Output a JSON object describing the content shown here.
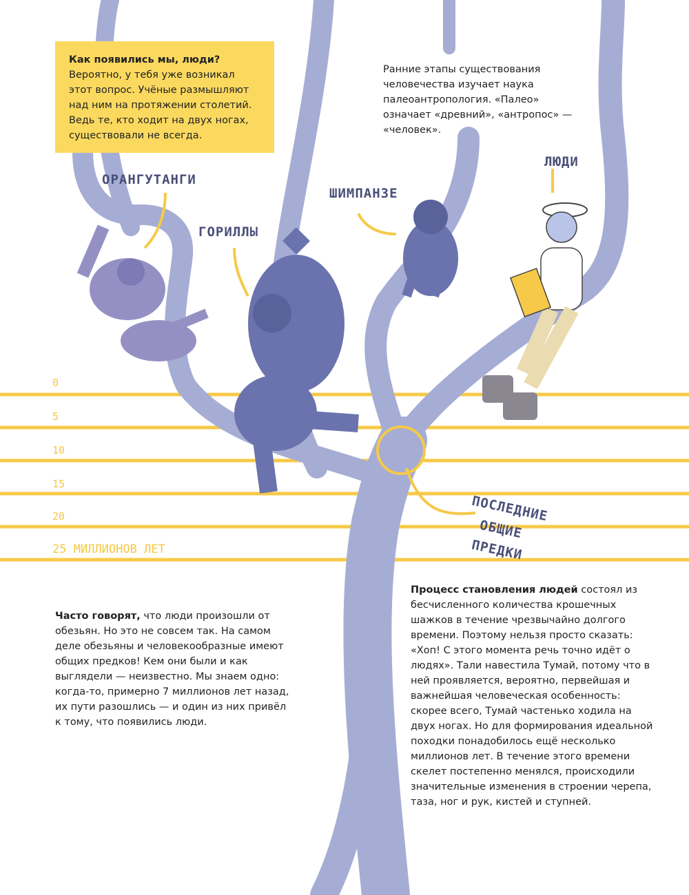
{
  "intro_box": {
    "bold": "Как появились мы, люди?",
    "text": " Вероятно, у тебя уже возникал этот вопрос. Учёные размышляют над ним на протяжении столетий. Ведь те, кто ходит на двух ногах, существовали не всегда."
  },
  "paleo_note": "Ранние этапы существования человечества изучает наука палеоантропология. «Палео» означает «древний», «антропос» — «человек».",
  "labels": {
    "orangutans": "ОРАНГУТАНГИ",
    "gorillas": "ГОРИЛЛЫ",
    "chimpanzees": "ШИМПАНЗЕ",
    "humans": "ЛЮДИ",
    "ancestors_1": "ПОСЛЕДНИЕ",
    "ancestors_2": "ОБЩИЕ",
    "ancestors_3": "ПРЕДКИ"
  },
  "timeline": {
    "ticks": [
      "0",
      "5",
      "10",
      "15",
      "20",
      "25 МИЛЛИОНОВ ЛЕТ"
    ]
  },
  "left_text": {
    "bold": "Часто говорят,",
    "text": " что люди произошли от обезьян. Но это не совсем так. На самом деле обезьяны и человекообразные имеют общих предков! Кем они были и как выглядели — неизвестно. Мы знаем одно: когда-то, примерно 7 миллионов лет назад, их пути разошлись — и один из них привёл к тому, что появились люди."
  },
  "right_text": {
    "bold": "Процесс становления людей",
    "text": " состоял из бесчисленного количества крошечных шажков в течение чрезвычайно долгого времени. Поэтому нельзя просто сказать: «Хоп! С этого момента речь точно идёт о людях». Тали навестила Тумай, потому что в ней проявляется, вероятно, первейшая и важнейшая человеческая особенность: скорее всего, Тумай частенько ходила на двух ногах. Но для формирования идеальной походки понадобилось ещё несколько миллионов лет. В течение этого времени скелет постепенно менялся, происходили значительные изменения в строении черепа, таза, ног и рук, кистей и ступней."
  },
  "colors": {
    "tree": "#a6add4",
    "timeline": "#f7c948",
    "note_bg": "#fbd95f",
    "ape": "#6a73ad"
  }
}
